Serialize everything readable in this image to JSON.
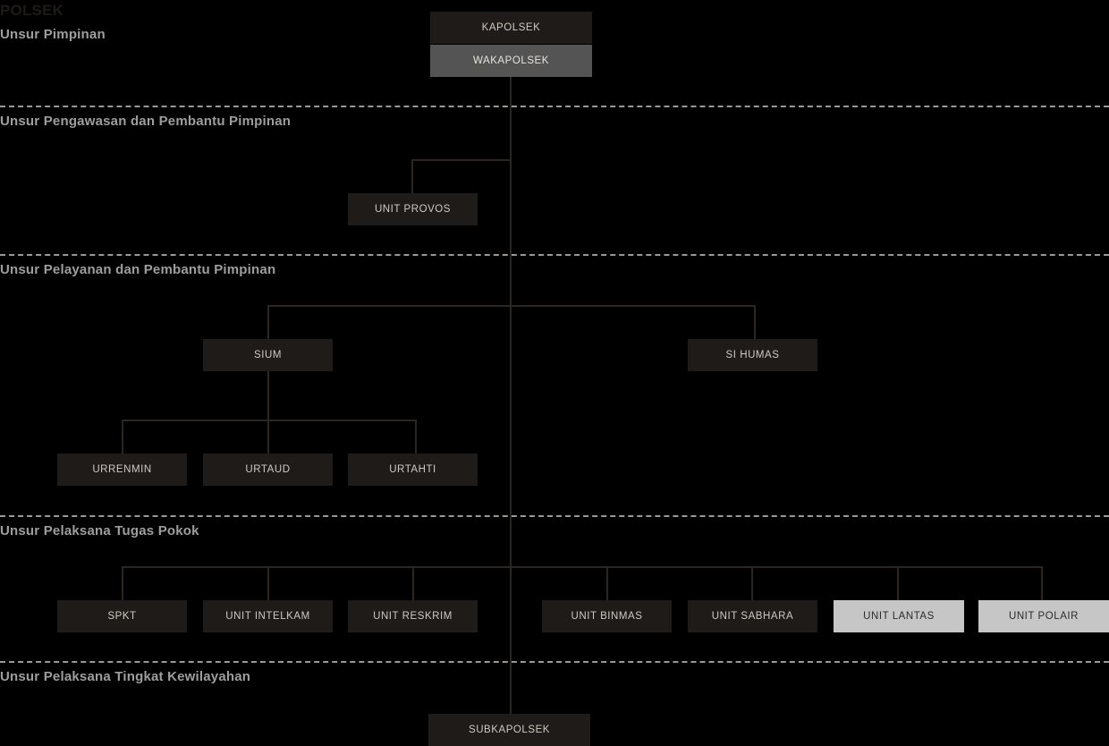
{
  "title": "POLSEK",
  "colors": {
    "background": "#000000",
    "node_fill": "#1e1b18",
    "node_text": "#cfc9c2",
    "deputy_fill": "#545454",
    "highlight_fill": "#c6c6c6",
    "highlight_text": "#2b2b2b",
    "connector": "#2b2621",
    "band_label": "#9e9e9e",
    "divider": "#b4b4b4"
  },
  "bands": [
    {
      "label": "Unsur Pimpinan"
    },
    {
      "label": "Unsur Pengawasan dan Pembantu Pimpinan"
    },
    {
      "label": "Unsur Pelayanan dan Pembantu Pimpinan"
    },
    {
      "label": "Unsur Pelaksana Tugas Pokok"
    },
    {
      "label": "Unsur Pelaksana Tingkat Kewilayahan"
    }
  ],
  "nodes": {
    "kapolsek": "KAPOLSEK",
    "wakapolsek": "WAKAPOLSEK",
    "unit_provos": "UNIT PROVOS",
    "sium": "SIUM",
    "si_humas": "SI HUMAS",
    "urrenmin": "URRENMIN",
    "urtaud": "URTAUD",
    "urtahti": "URTAHTI",
    "spkt": "SPKT",
    "unit_intelkam": "UNIT INTELKAM",
    "unit_reskrim": "UNIT RESKRIM",
    "unit_binmas": "UNIT BINMAS",
    "unit_sabhara": "UNIT SABHARA",
    "unit_lantas": "UNIT LANTAS",
    "unit_polair": "UNIT POLAIR",
    "subkapolsek": "SUBKAPOLSEK"
  },
  "chart_data": {
    "type": "diagram",
    "title": "POLSEK",
    "structure": "organizational-hierarchy",
    "sections": [
      {
        "name": "Unsur Pimpinan",
        "members": [
          "KAPOLSEK",
          "WAKAPOLSEK"
        ]
      },
      {
        "name": "Unsur Pengawasan dan Pembantu Pimpinan",
        "members": [
          "UNIT PROVOS"
        ]
      },
      {
        "name": "Unsur Pelayanan dan Pembantu Pimpinan",
        "members": [
          "SIUM",
          "SI HUMAS",
          "URRENMIN",
          "URTAUD",
          "URTAHTI"
        ]
      },
      {
        "name": "Unsur Pelaksana Tugas Pokok",
        "members": [
          "SPKT",
          "UNIT INTELKAM",
          "UNIT RESKRIM",
          "UNIT BINMAS",
          "UNIT SABHARA",
          "UNIT LANTAS",
          "UNIT POLAIR"
        ]
      },
      {
        "name": "Unsur Pelaksana Tingkat Kewilayahan",
        "members": [
          "SUBKAPOLSEK"
        ]
      }
    ],
    "edges": [
      {
        "from": "KAPOLSEK",
        "to": "UNIT PROVOS"
      },
      {
        "from": "KAPOLSEK",
        "to": "SIUM"
      },
      {
        "from": "KAPOLSEK",
        "to": "SI HUMAS"
      },
      {
        "from": "SIUM",
        "to": "URRENMIN"
      },
      {
        "from": "SIUM",
        "to": "URTAUD"
      },
      {
        "from": "SIUM",
        "to": "URTAHTI"
      },
      {
        "from": "KAPOLSEK",
        "to": "SPKT"
      },
      {
        "from": "KAPOLSEK",
        "to": "UNIT INTELKAM"
      },
      {
        "from": "KAPOLSEK",
        "to": "UNIT RESKRIM"
      },
      {
        "from": "KAPOLSEK",
        "to": "UNIT BINMAS"
      },
      {
        "from": "KAPOLSEK",
        "to": "UNIT SABHARA"
      },
      {
        "from": "KAPOLSEK",
        "to": "UNIT LANTAS"
      },
      {
        "from": "KAPOLSEK",
        "to": "UNIT POLAIR"
      },
      {
        "from": "KAPOLSEK",
        "to": "SUBKAPOLSEK"
      }
    ],
    "highlighted": [
      "UNIT LANTAS",
      "UNIT POLAIR"
    ]
  }
}
